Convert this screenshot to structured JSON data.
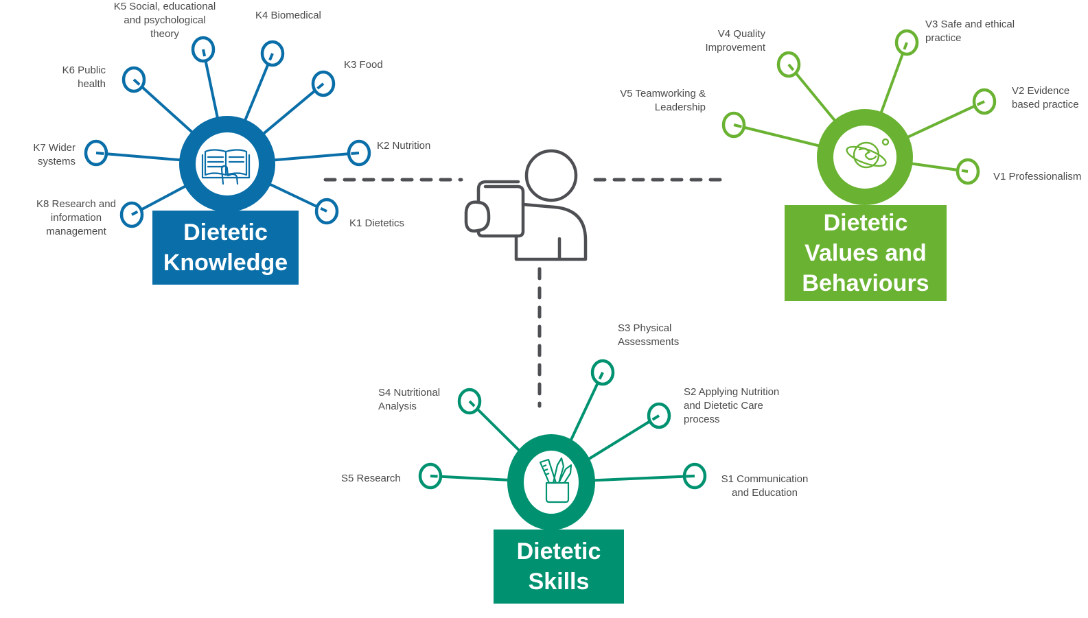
{
  "colors": {
    "knowledge": "#0a6ea8",
    "values": "#6ab232",
    "skills": "#009270",
    "connector": "#4d4f53",
    "label_text": "#4a4a4a"
  },
  "center": {
    "icon": "person-with-tablet-icon"
  },
  "knowledge": {
    "title": "Dietetic\nKnowledge",
    "icon": "open-book-hand-icon",
    "items": [
      {
        "code": "K1",
        "label": "K1 Dietetics"
      },
      {
        "code": "K2",
        "label": "K2 Nutrition"
      },
      {
        "code": "K3",
        "label": "K3 Food"
      },
      {
        "code": "K4",
        "label": "K4 Biomedical"
      },
      {
        "code": "K5",
        "label": "K5 Social, educational\nand psychological\ntheory"
      },
      {
        "code": "K6",
        "label": "K6 Public\nhealth"
      },
      {
        "code": "K7",
        "label": "K7 Wider\nsystems"
      },
      {
        "code": "K8",
        "label": "K8 Research and\ninformation\nmanagement"
      }
    ]
  },
  "values": {
    "title": "Dietetic\nValues and\nBehaviours",
    "icon": "planet-icon",
    "items": [
      {
        "code": "V1",
        "label": "V1 Professionalism"
      },
      {
        "code": "V2",
        "label": "V2 Evidence\nbased practice"
      },
      {
        "code": "V3",
        "label": "V3 Safe and ethical\npractice"
      },
      {
        "code": "V4",
        "label": "V4 Quality\nImprovement"
      },
      {
        "code": "V5",
        "label": "V5 Teamworking &\nLeadership"
      }
    ]
  },
  "skills": {
    "title": "Dietetic\nSkills",
    "icon": "pencil-cup-icon",
    "items": [
      {
        "code": "S1",
        "label": "S1 Communication\nand Education"
      },
      {
        "code": "S2",
        "label": "S2 Applying Nutrition\nand Dietetic Care\nprocess"
      },
      {
        "code": "S3",
        "label": "S3 Physical\nAssessments"
      },
      {
        "code": "S4",
        "label": "S4 Nutritional\nAnalysis"
      },
      {
        "code": "S5",
        "label": "S5 Research"
      }
    ]
  }
}
